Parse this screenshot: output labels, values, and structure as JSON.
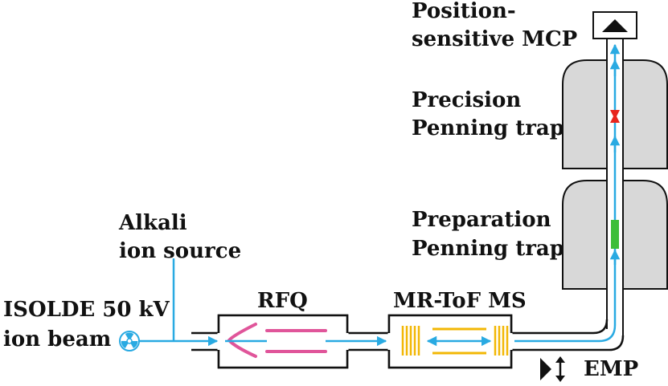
{
  "labels": {
    "mcp_line1": "Position-",
    "mcp_line2": "sensitive MCP",
    "precision_line1": "Precision",
    "precision_line2": "Penning trap",
    "preparation_line1": "Preparation",
    "preparation_line2": "Penning trap",
    "alkali_line1": "Alkali",
    "alkali_line2": "ion source",
    "isolde_line1": "ISOLDE 50 kV",
    "isolde_line2": "ion beam",
    "rfq": "RFQ",
    "mrtof": "MR-ToF MS",
    "emp": "EMP"
  },
  "colors": {
    "beam": "#29aae2",
    "rfq_electrodes": "#e0559a",
    "mrtof_electrodes": "#f2b705",
    "precision_trap_marker": "#e8241c",
    "preparation_trap_marker": "#3dbe3a",
    "magnet": "#d8d8d8",
    "outline": "#111111"
  },
  "icons": {
    "ion_beam": "radiation-icon",
    "detector": "triangle-detector-icon",
    "emp": "play-updown-arrow-icon"
  }
}
